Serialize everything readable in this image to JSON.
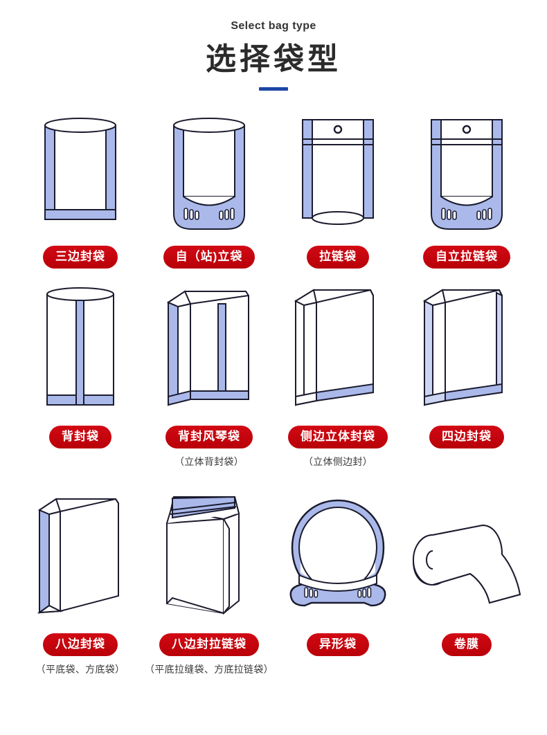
{
  "header": {
    "eyebrow": "Select bag type",
    "title": "选择袋型",
    "accent_color": "#1b46a5"
  },
  "style": {
    "badge_color": "#c9000d",
    "seal_fill": "#aab9ea",
    "outline_color": "#1b1b2e",
    "background": "#ffffff"
  },
  "rows": [
    {
      "cards": [
        {
          "label": "三边封袋",
          "sub": "",
          "icon": "three-side-seal-bag"
        },
        {
          "label": "自（站)立袋",
          "sub": "",
          "icon": "stand-up-pouch"
        },
        {
          "label": "拉链袋",
          "sub": "",
          "icon": "zipper-bag"
        },
        {
          "label": "自立拉链袋",
          "sub": "",
          "icon": "stand-up-zipper-pouch"
        }
      ]
    },
    {
      "cards": [
        {
          "label": "背封袋",
          "sub": "",
          "icon": "back-seal-bag"
        },
        {
          "label": "背封风琴袋",
          "sub": "（立体背封袋）",
          "icon": "back-seal-gusset-bag"
        },
        {
          "label": "侧边立体封袋",
          "sub": "（立体侧边封）",
          "icon": "side-gusset-bag"
        },
        {
          "label": "四边封袋",
          "sub": "",
          "icon": "four-side-seal-bag"
        }
      ]
    },
    {
      "cards": [
        {
          "label": "八边封袋",
          "sub": "（平底袋、方底袋）",
          "icon": "eight-side-seal-bag"
        },
        {
          "label": "八边封拉链袋",
          "sub": "（平底拉缝袋、方底拉链袋）",
          "icon": "eight-side-seal-zipper-bag"
        },
        {
          "label": "异形袋",
          "sub": "",
          "icon": "shaped-pouch"
        },
        {
          "label": "卷膜",
          "sub": "",
          "icon": "roll-film"
        }
      ]
    }
  ]
}
